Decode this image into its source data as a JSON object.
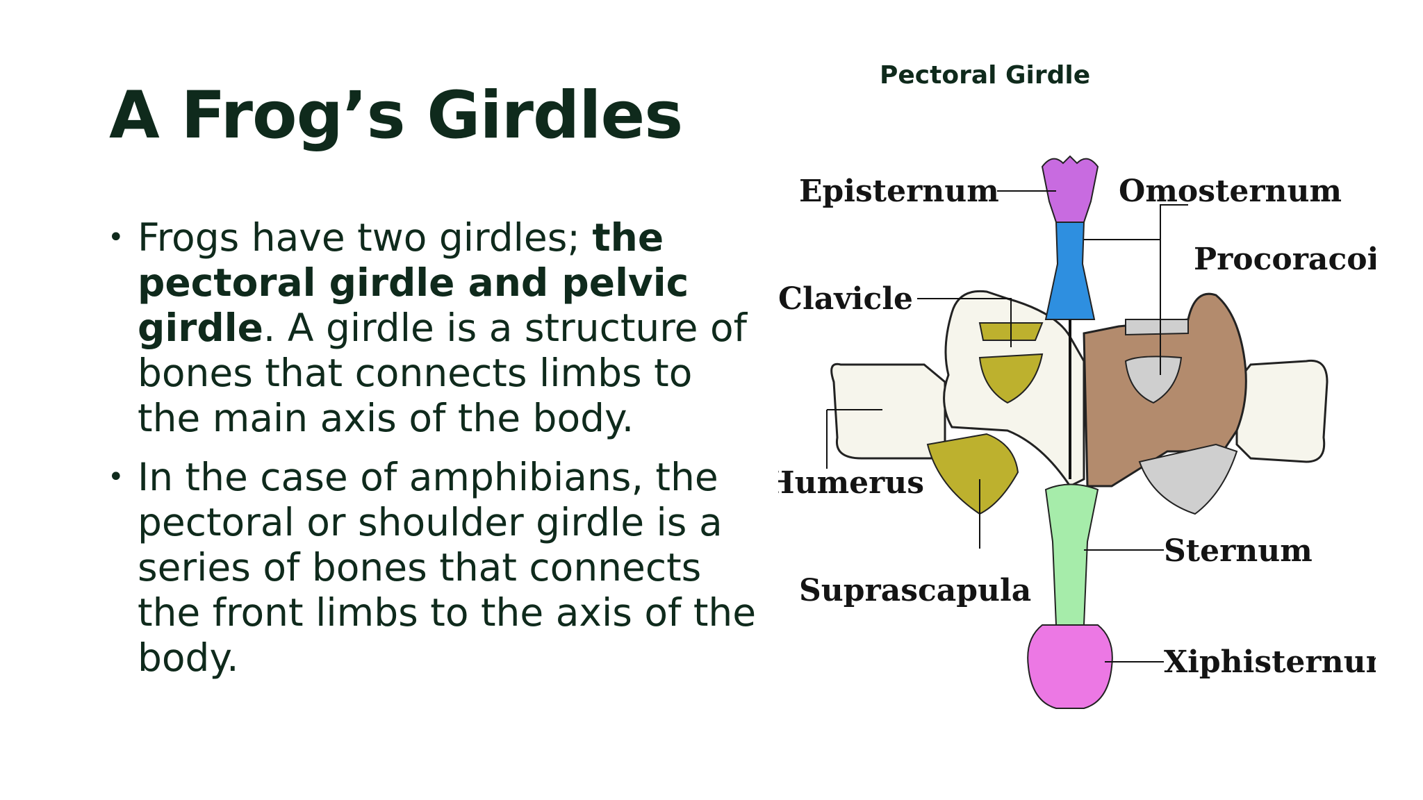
{
  "slide": {
    "title": "A Frog’s Girdles",
    "bullets": [
      {
        "pre": "Frogs have two girdles; ",
        "bold": "the pectoral girdle and pelvic girdle",
        "post": ". A girdle is a structure of bones that connects limbs to the main axis of the body."
      },
      {
        "text": "In the case of amphibians, the pectoral or shoulder girdle is a series of bones that connects the front limbs to the axis of the body."
      }
    ],
    "bullet_symbol": "•"
  },
  "figure": {
    "title": "Pectoral Girdle",
    "labels": {
      "episternum": "Episternum",
      "omosternum": "Omosternum",
      "procoracoid": "Procoracoid",
      "clavicle": "Clavicle",
      "humerus": "Humerus",
      "suprascapula": "Suprascapula",
      "sternum": "Sternum",
      "xiphisternum": "Xiphisternum"
    },
    "colors": {
      "episternum": "#c86be0",
      "omosternum_stalk": "#2e8fe0",
      "clavicle": "#bdb12e",
      "coracoid_right": "#b38b6d",
      "sternum": "#a6ecaa",
      "xiphisternum": "#ec78e4",
      "bone_left": "#f6f5ec",
      "procoracoid_gray": "#cfcfcf"
    }
  }
}
